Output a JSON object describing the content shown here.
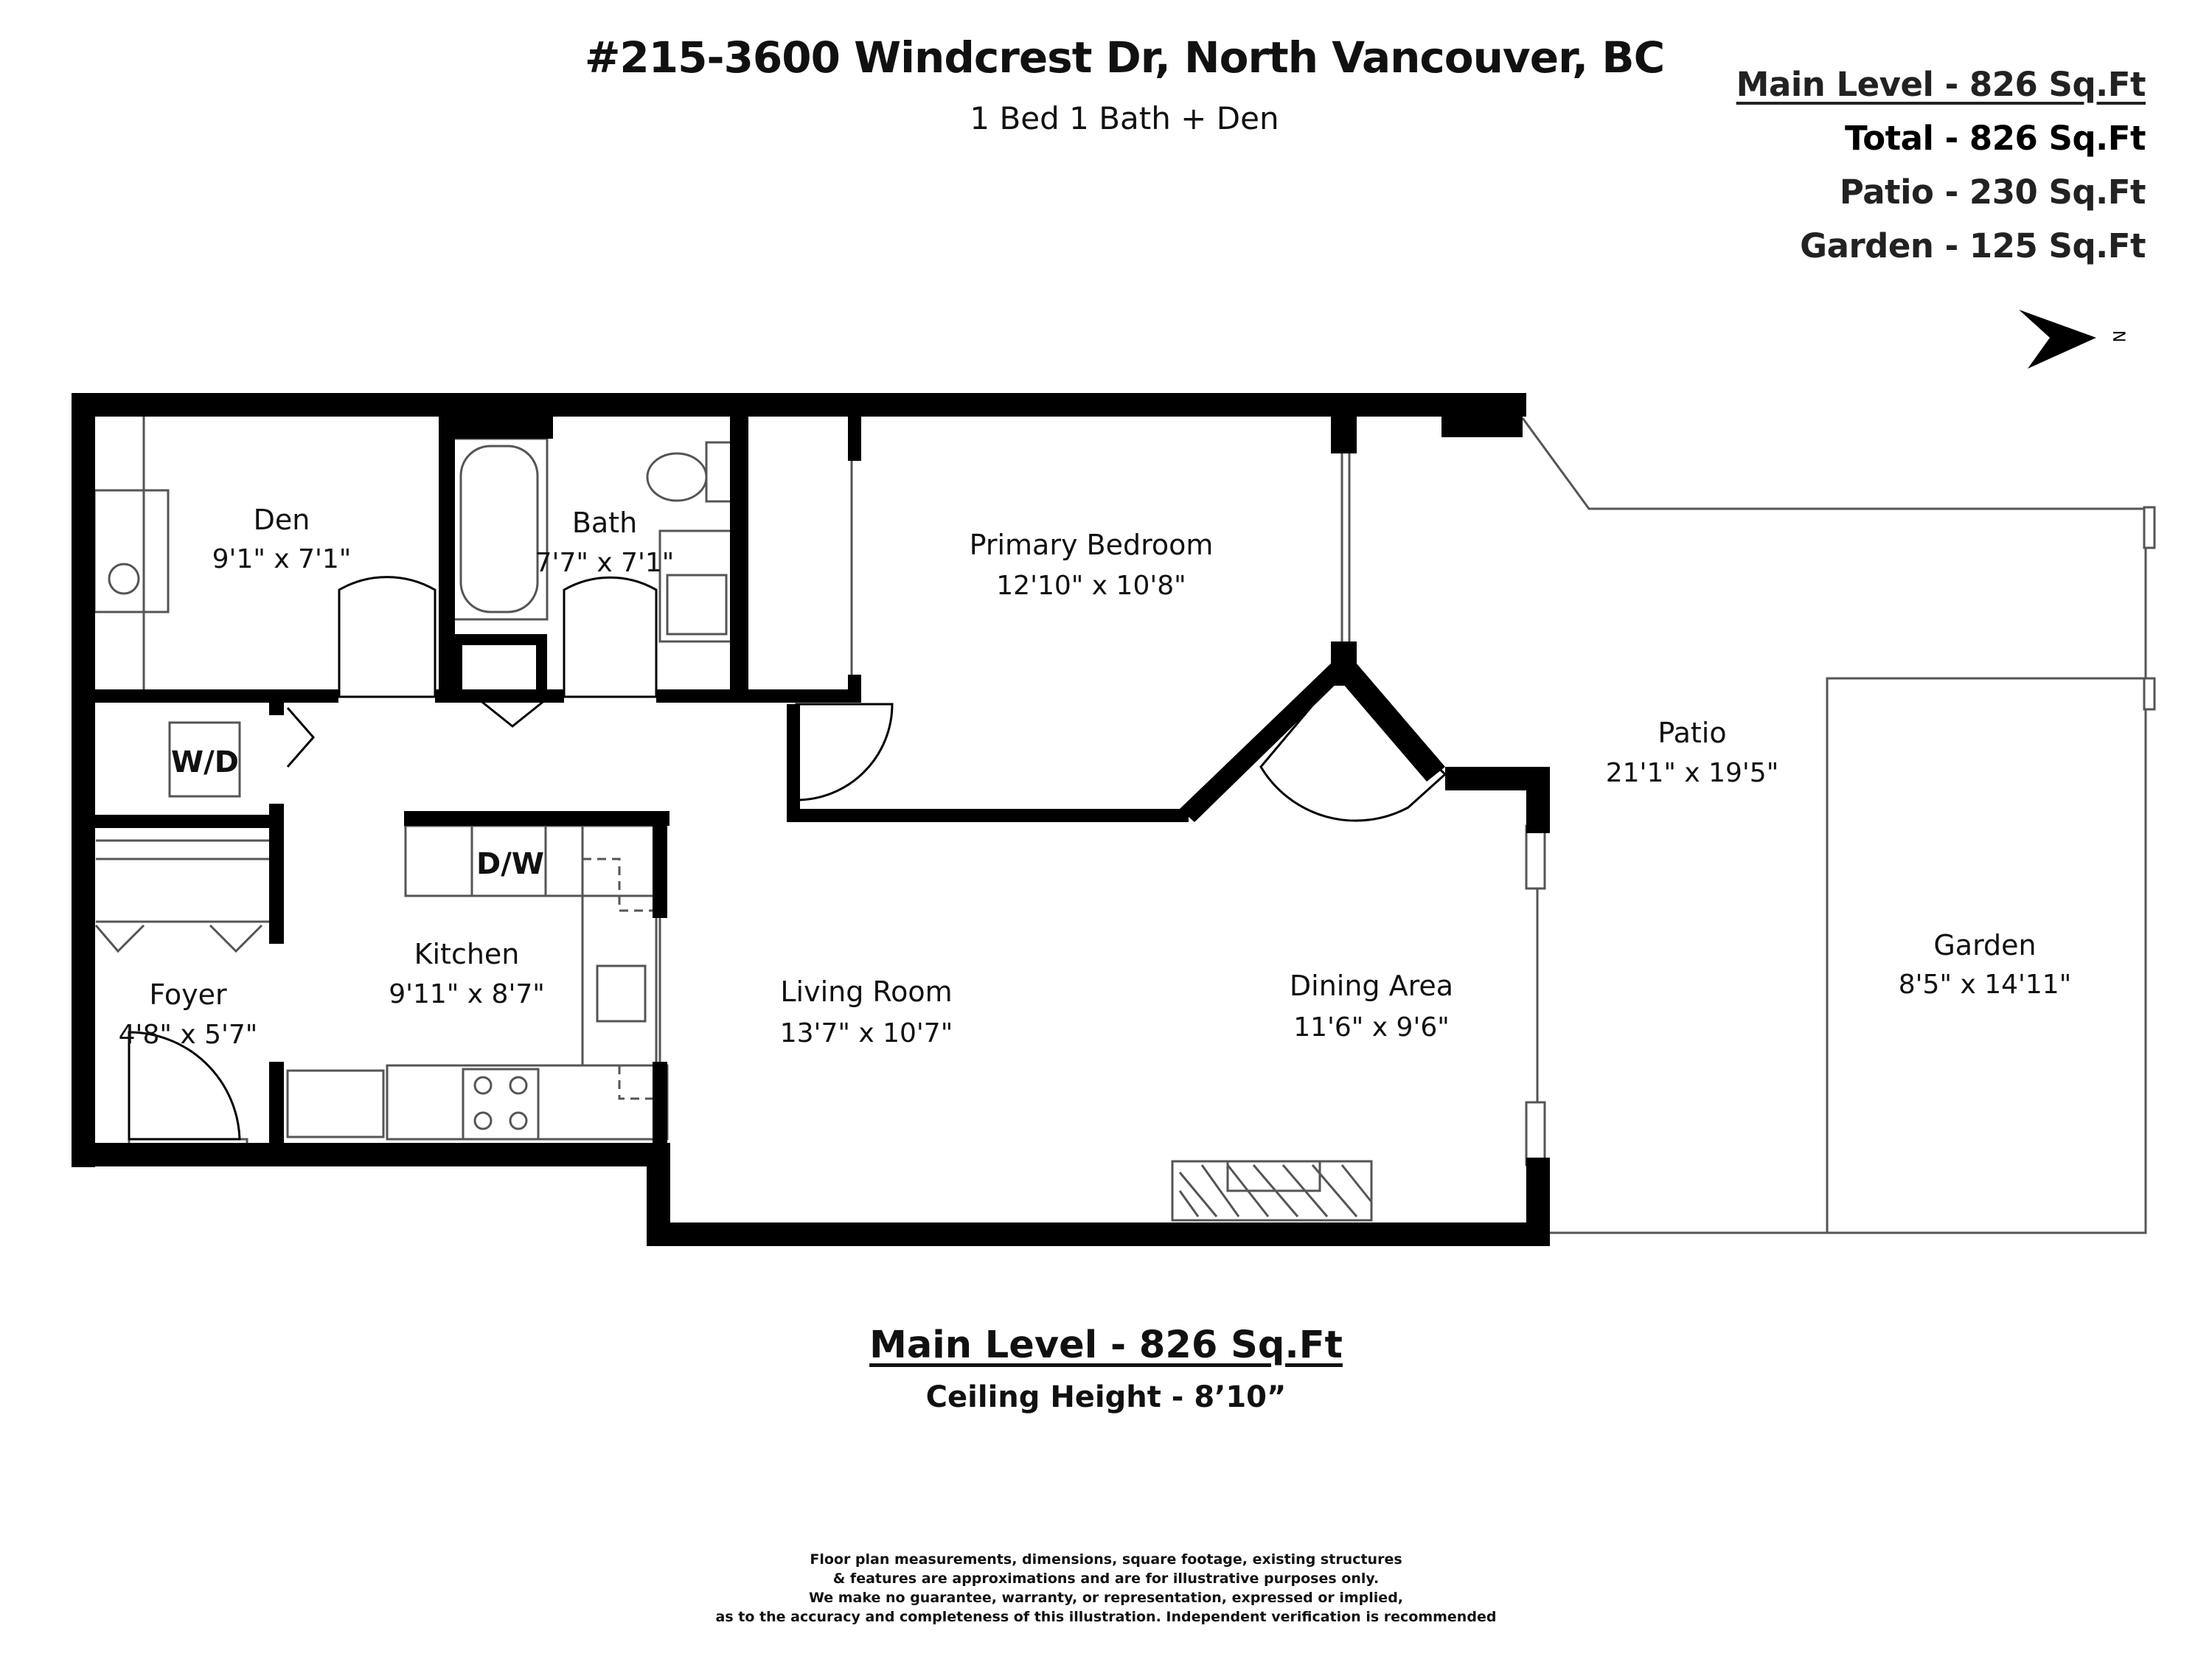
{
  "header": {
    "address": "#215-3600 Windcrest Dr, North Vancouver, BC",
    "subtitle": "1 Bed 1 Bath + Den"
  },
  "areas": {
    "main_level": "Main Level - 826 Sq.Ft",
    "total": "Total - 826 Sq.Ft",
    "patio": "Patio - 230 Sq.Ft",
    "garden": "Garden - 125 Sq.Ft"
  },
  "compass": {
    "label": "N",
    "icon": "north-arrow-icon"
  },
  "rooms": {
    "den": {
      "name": "Den",
      "dims": "9'1\" x 7'1\""
    },
    "bath": {
      "name": "Bath",
      "dims": "7'7\" x 7'1\""
    },
    "primary_bedroom": {
      "name": "Primary Bedroom",
      "dims": "12'10\" x 10'8\""
    },
    "kitchen": {
      "name": "Kitchen",
      "dims": "9'11\" x 8'7\""
    },
    "foyer": {
      "name": "Foyer",
      "dims": "4'8\" x 5'7\""
    },
    "living_room": {
      "name": "Living Room",
      "dims": "13'7\" x 10'7\""
    },
    "dining_area": {
      "name": "Dining Area",
      "dims": "11'6\" x 9'6\""
    },
    "patio": {
      "name": "Patio",
      "dims": "21'1\" x 19'5\""
    },
    "garden": {
      "name": "Garden",
      "dims": "8'5\" x 14'11\""
    }
  },
  "appliances": {
    "washer_dryer": "W/D",
    "dishwasher": "D/W"
  },
  "footer": {
    "level": "Main Level - 826 Sq.Ft",
    "ceiling": "Ceiling Height - 8’10”",
    "disclaimer": [
      "Floor plan measurements, dimensions, square footage, existing structures",
      "& features are approximations and are for illustrative purposes only.",
      "We make no guarantee, warranty, or representation, expressed or implied,",
      "as to the accuracy and completeness of this illustration. Independent verification is recommended"
    ]
  },
  "colors": {
    "wall": "#000000",
    "line": "#555555",
    "background": "#ffffff"
  }
}
